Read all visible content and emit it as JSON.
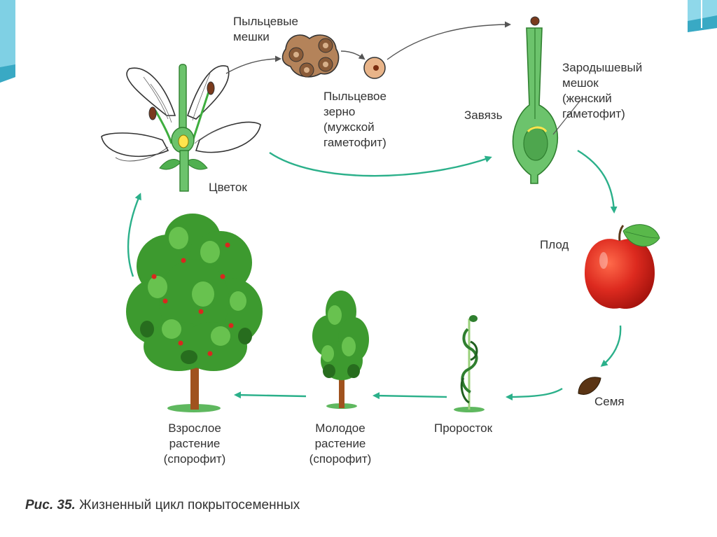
{
  "figure": {
    "caption_number": "Рис. 35.",
    "caption_text": "Жизненный цикл покрытосеменных"
  },
  "labels": {
    "pollen_sacs": [
      "Пыльцевые",
      "мешки"
    ],
    "pollen_grain": [
      "Пыльцевое",
      "зерно",
      "(мужской",
      "гаметофит)"
    ],
    "ovary": "Завязь",
    "embryo_sac": [
      "Зародышевый",
      "мешок",
      "(женский",
      "гаметофит)"
    ],
    "flower": "Цветок",
    "fruit": "Плод",
    "seed": "Семя",
    "seedling": "Проросток",
    "young_plant": [
      "Молодое",
      "растение",
      "(спорофит)"
    ],
    "adult_plant": [
      "Взрослое",
      "растение",
      "(спорофит)"
    ]
  },
  "colors": {
    "arrow": "#2bb08a",
    "pointer": "#555555",
    "plant_green": "#3fae3f",
    "tree_green": "#3d9a2f",
    "apple_red": "#d8281e",
    "trunk": "#a0521e",
    "decor_teal": "#39a9c4"
  }
}
